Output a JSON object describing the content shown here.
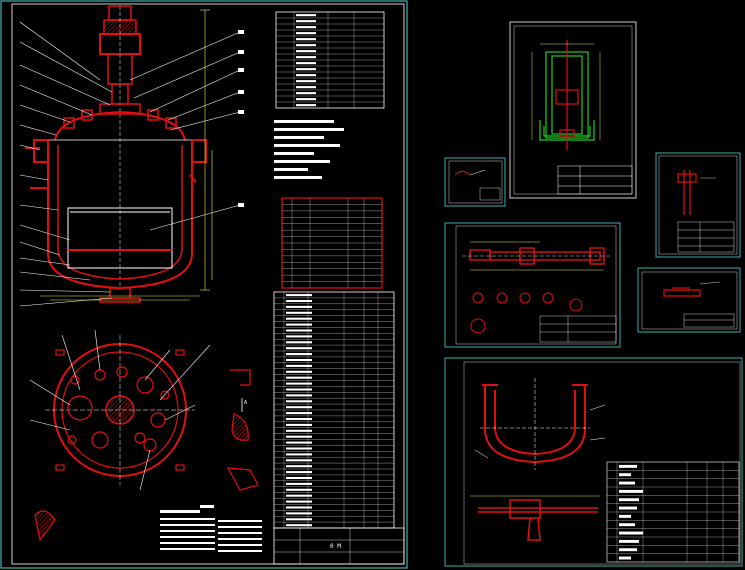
{
  "drawing": {
    "colors": {
      "background": "#000000",
      "frame": "#4fd6d6",
      "red_part": "#e01010",
      "white_line": "#ffffff",
      "yellow_dim": "#e8e84a",
      "green_part": "#22cc22"
    },
    "sheets": [
      {
        "id": "reactor-assembly",
        "view": "main-sectional"
      },
      {
        "id": "nozzle-detail-a"
      },
      {
        "id": "flange-detail"
      },
      {
        "id": "support-detail"
      },
      {
        "id": "agitator-shaft"
      },
      {
        "id": "cover-detail"
      },
      {
        "id": "jacket-bottom-head"
      }
    ],
    "labels": {
      "view_arrow": "A",
      "title_block_code": "0 M"
    }
  }
}
